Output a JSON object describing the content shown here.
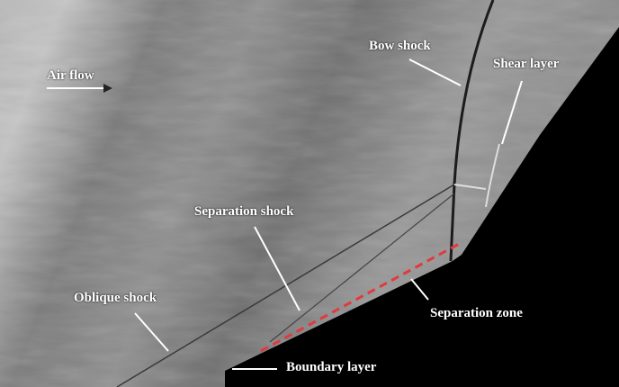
{
  "labels": {
    "air_flow": "Air flow",
    "bow_shock": "Bow shock",
    "shear_layer": "Shear layer",
    "separation_shock": "Separation shock",
    "oblique_shock": "Oblique shock",
    "separation_zone": "Separation zone",
    "boundary_layer": "Boundary layer"
  },
  "colors": {
    "annotation": "#ffffff",
    "separation_line": "#e03a3e",
    "model": "#000000",
    "flow_field": "#8c8c8c"
  }
}
